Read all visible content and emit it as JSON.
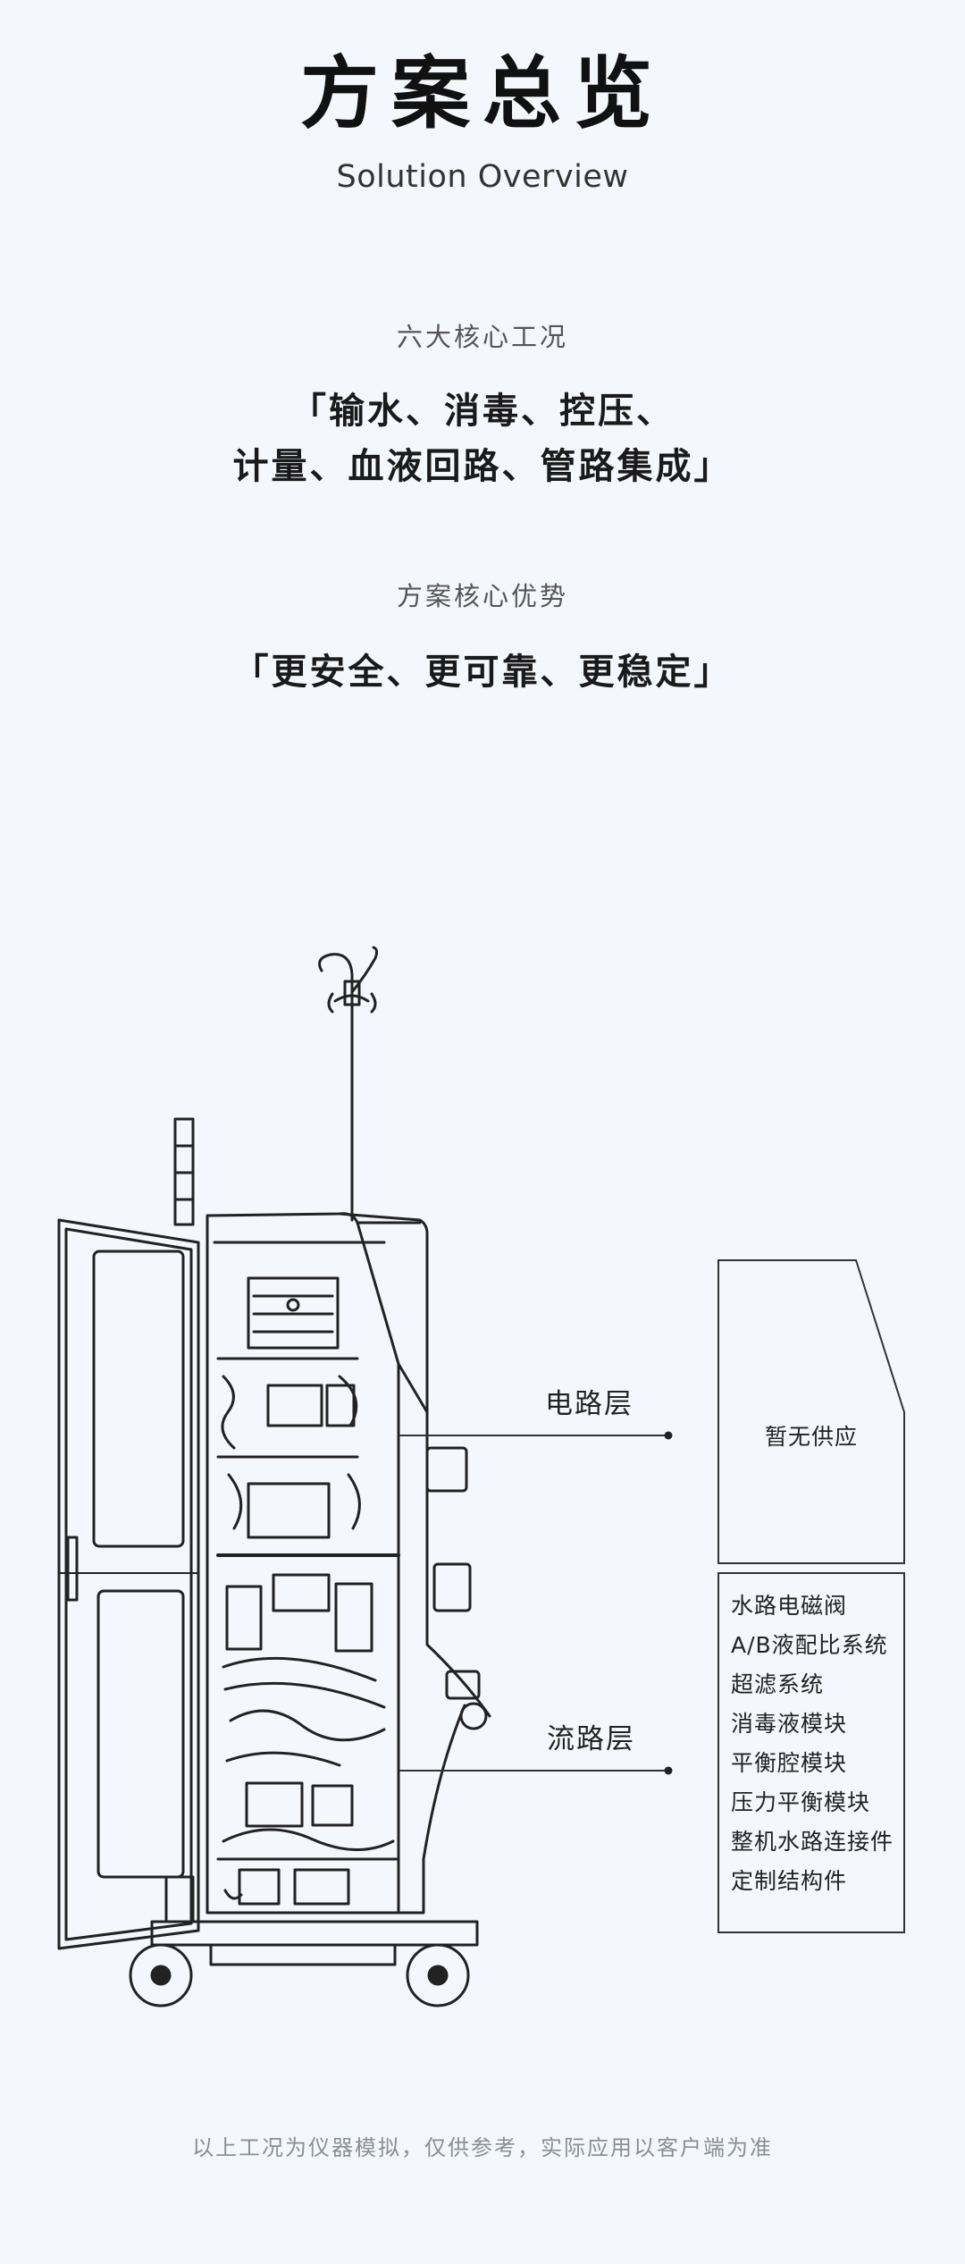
{
  "header": {
    "title": "方案总览",
    "subtitle": "Solution Overview"
  },
  "conditions": {
    "label": "六大核心工况",
    "line1": "「输水、消毒、控压、",
    "line2": "计量、血液回路、管路集成」"
  },
  "advantages": {
    "label": "方案核心优势",
    "line1": "「更安全、更可靠、更稳定」"
  },
  "diagram": {
    "circuit_layer_label": "电路层",
    "fluid_layer_label": "流路层",
    "circuit_box_text": "暂无供应",
    "fluid_items": [
      "水路电磁阀",
      "A/B液配比系统",
      "超滤系统",
      "消毒液模块",
      "平衡腔模块",
      "压力平衡模块",
      "整机水路连接件",
      "定制结构件"
    ]
  },
  "footer": {
    "disclaimer": "以上工况为仪器模拟，仅供参考，实际应用以客户端为准"
  }
}
